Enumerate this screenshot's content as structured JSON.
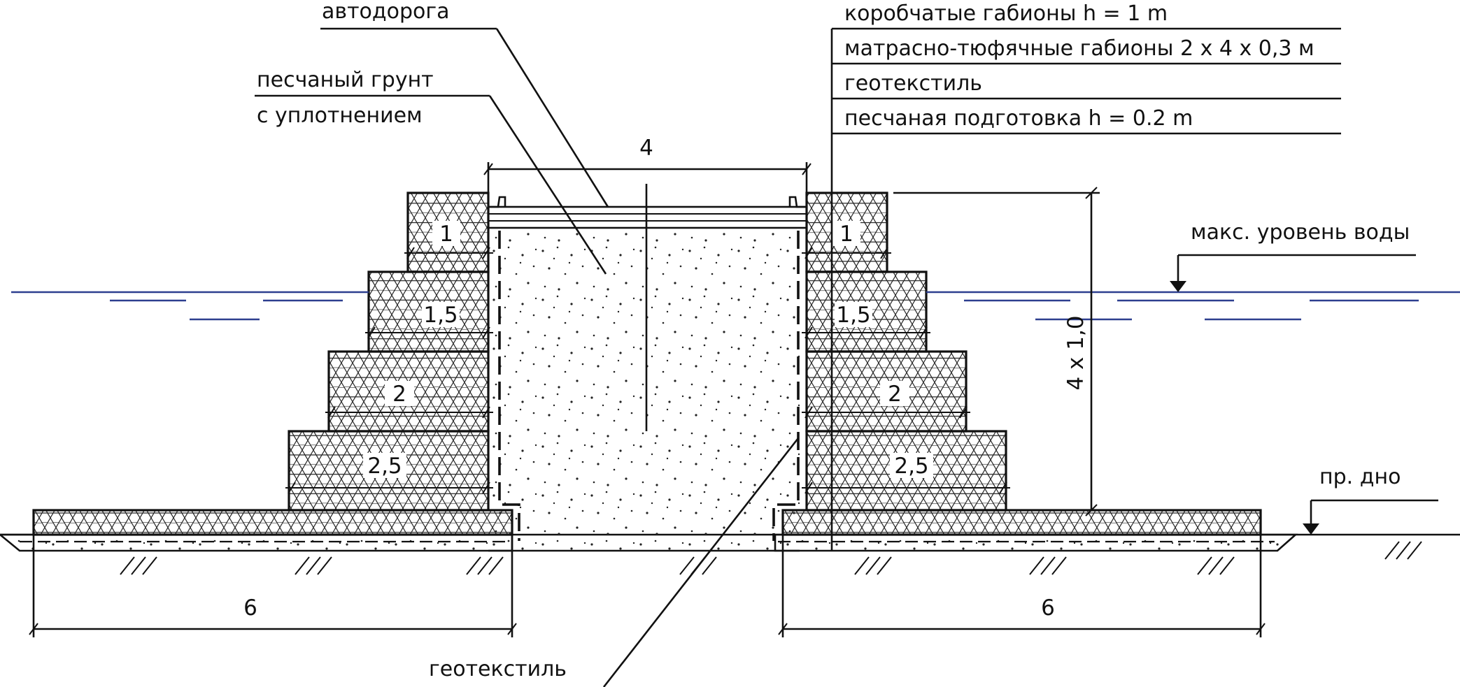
{
  "labels": {
    "road": "автодорога",
    "sand_fill_line1": "песчаный грунт",
    "sand_fill_line2": "с уплотнением",
    "box_gabions": "коробчатые габионы h = 1 m",
    "mattress_gabions": "матрасно-тюфячные габионы 2 x 4 x 0,3 м",
    "geotextile_top": "геотекстиль",
    "sand_bedding": "песчаная подготовка h = 0.2 m",
    "max_water_level": "макс. уровень воды",
    "design_bottom": "пр. дно",
    "geotextile_bottom": "геотекстиль"
  },
  "dimensions": {
    "road_width": "4",
    "mattress_left": "6",
    "mattress_right": "6",
    "height": "4 x 1,0"
  },
  "gabion_widths": {
    "left": [
      "1",
      "1,5",
      "2",
      "2,5"
    ],
    "right": [
      "1",
      "1,5",
      "2",
      "2,5"
    ]
  },
  "colors": {
    "line": "#111111",
    "water": "#2d3f8f"
  }
}
